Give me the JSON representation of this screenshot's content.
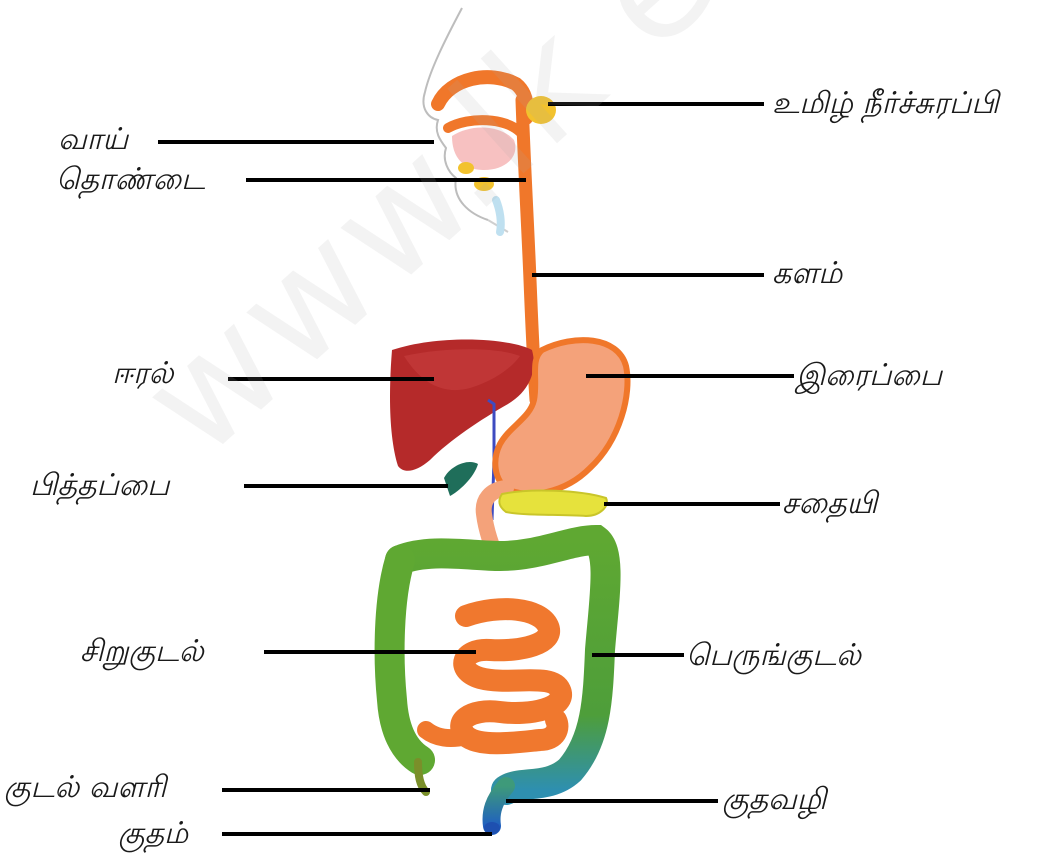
{
  "diagram": {
    "labels": {
      "mouth": "வாய்",
      "throat": "தொண்டை",
      "salivary_gland": "உமிழ் நீர்ச்சுரப்பி",
      "esophagus": "களம்",
      "liver": "ஈரல்",
      "stomach": "இரைப்பை",
      "gallbladder": "பித்தப்பை",
      "pancreas": "சதையி",
      "small_intestine": "சிறுகுடல்",
      "large_intestine": "பெருங்குடல்",
      "appendix": "குடல் வளரி",
      "anus": "குதவழி",
      "rectum": "குதம்"
    },
    "watermark": "www.lk edu.lk",
    "colors": {
      "esophagus": "#F0772A",
      "liver": "#B52A2A",
      "stomach": "#F4A27A",
      "pancreas": "#E6E23C",
      "large_intestine": "#5FA832",
      "small_intestine": "#F0782E",
      "gallbladder": "#1F6E5A",
      "salivary_gland": "#F2C22E",
      "rectum": "#2E7FC0",
      "leader_line": "#000000"
    }
  }
}
